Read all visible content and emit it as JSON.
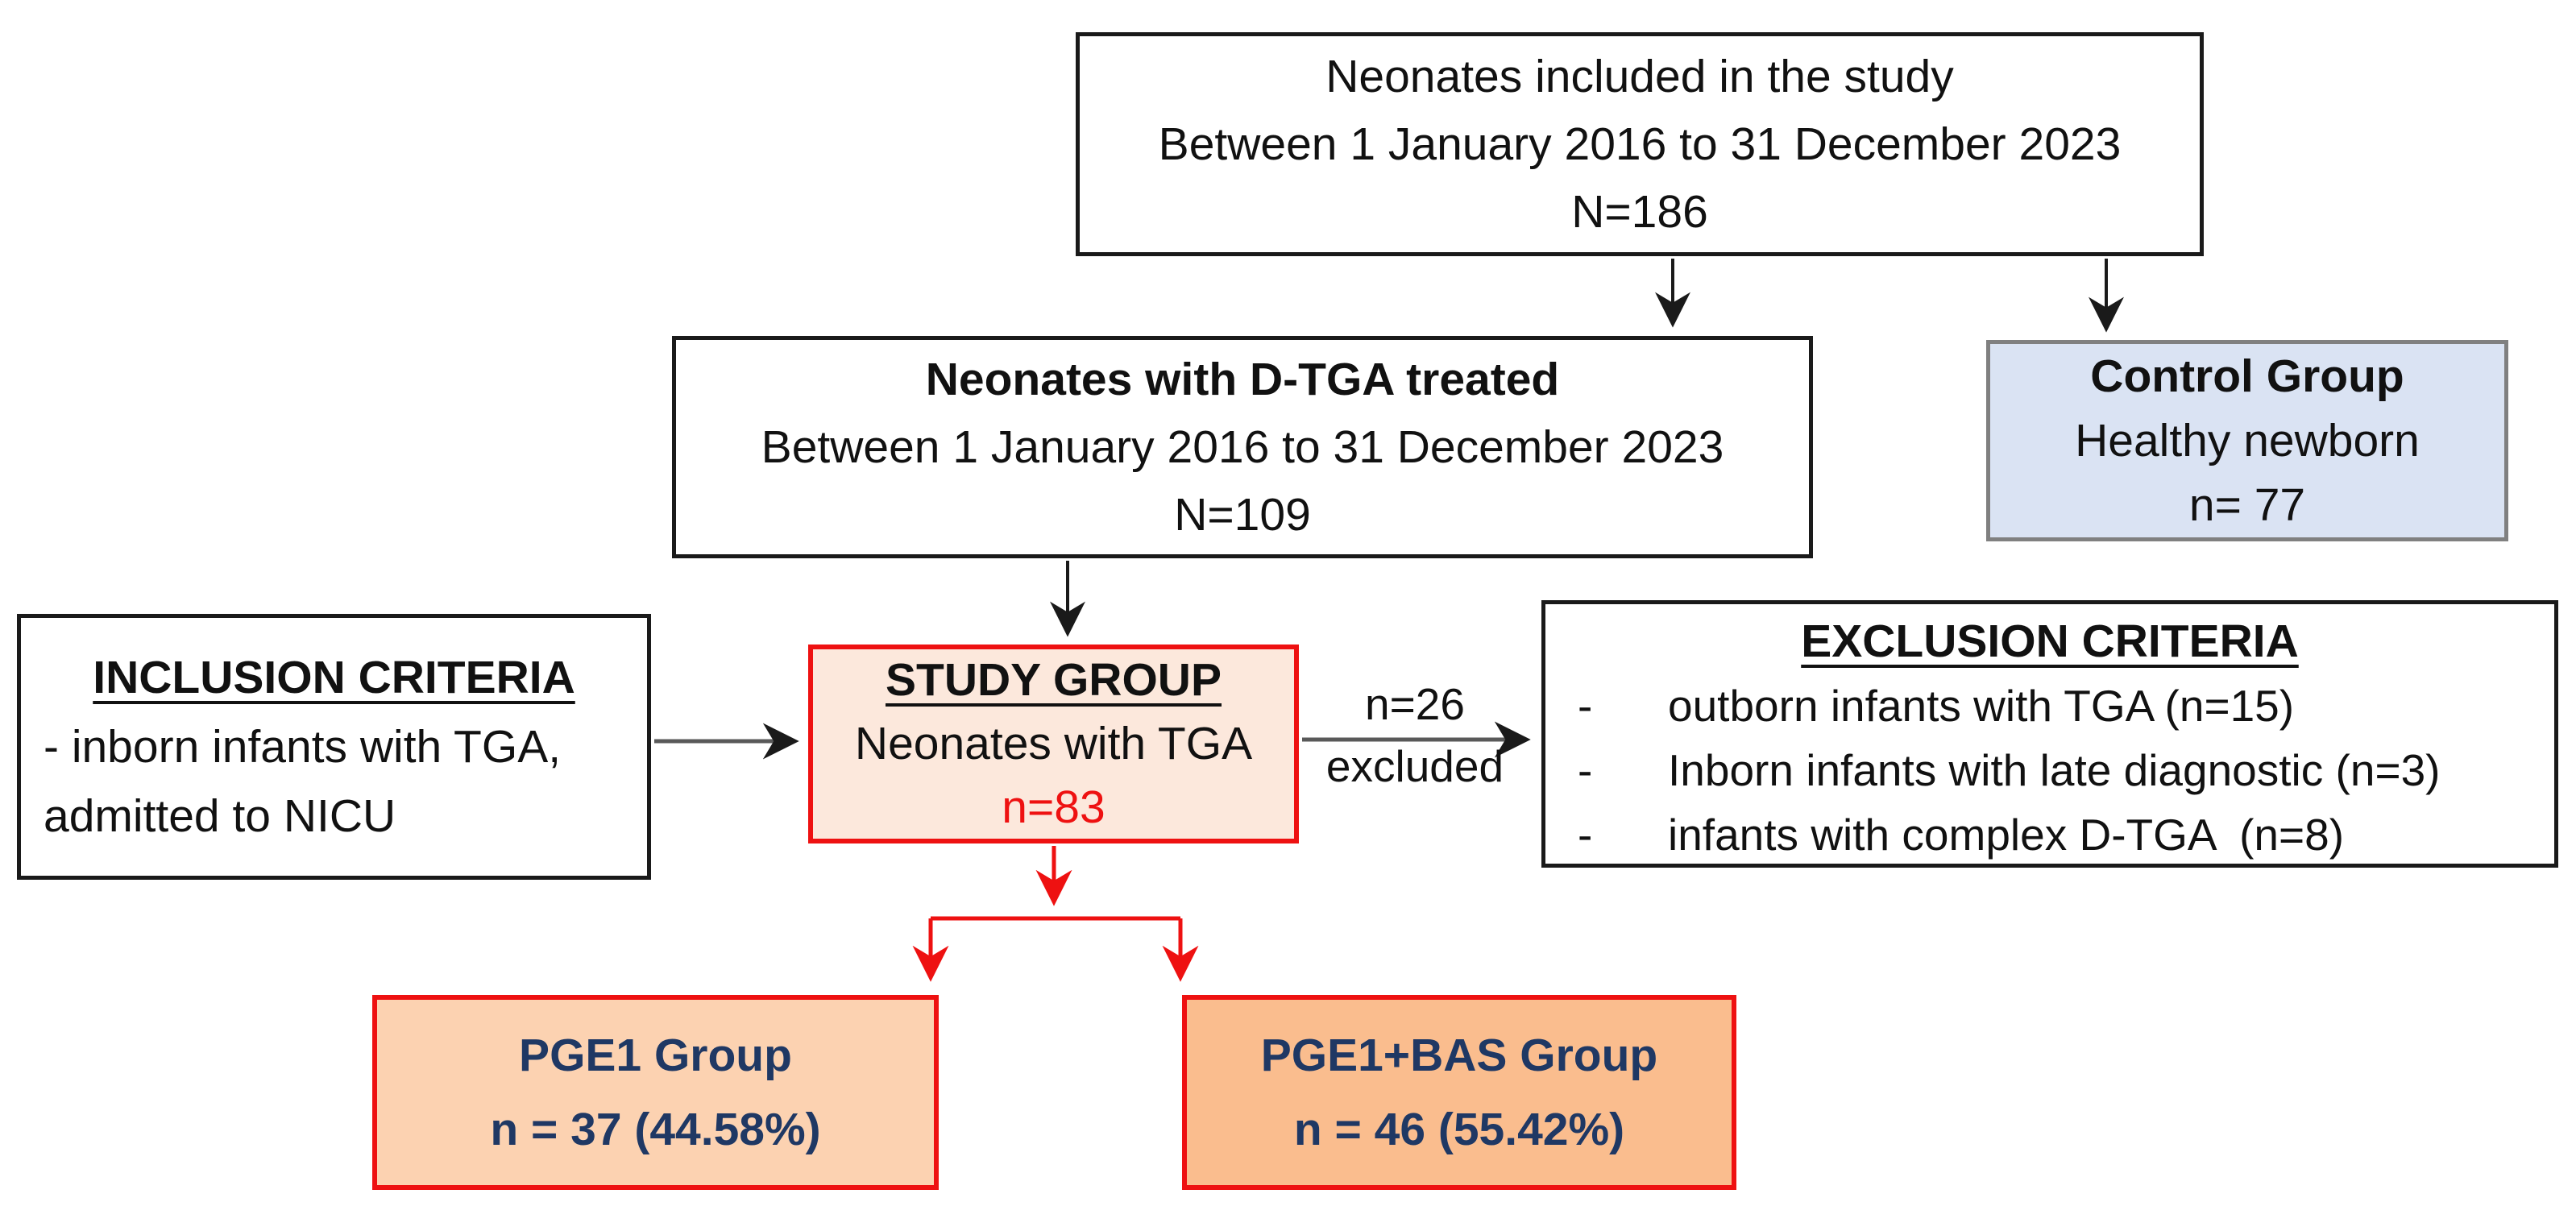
{
  "colors": {
    "page_bg": "#ffffff",
    "box_border_black": "#1a1a1a",
    "line_gray": "#595959",
    "red": "#ee1111",
    "navy": "#1f3864",
    "control_fill": "#dae3f3",
    "control_border": "#808080",
    "study_fill": "#fce8dc",
    "pge1_fill": "#fcd2b1",
    "pge1bas_fill": "#fabd8e"
  },
  "boxes": {
    "included": {
      "line1": "Neonates included in the study",
      "line2": "Between 1 January 2016 to 31 December 2023",
      "line3": "N=186"
    },
    "treated": {
      "line1": "Neonates with D-TGA treated",
      "line2": "Between 1 January 2016 to 31 December 2023",
      "line3": "N=109"
    },
    "control": {
      "line1": "Control Group",
      "line2": "Healthy newborn",
      "line3": "n= 77"
    },
    "inclusion": {
      "title": "INCLUSION CRITERIA",
      "line1": "- inborn infants with TGA,",
      "line2": "admitted to NICU"
    },
    "study": {
      "title": "STUDY GROUP",
      "line1": "Neonates with TGA",
      "line2": "n=83"
    },
    "exclusion": {
      "title": "EXCLUSION CRITERIA",
      "bullet": "-",
      "items": [
        "outborn infants with TGA (n=15)",
        "Inborn infants with late diagnostic (n=3)",
        "infants with complex D-TGA  (n=8)"
      ]
    },
    "pge1": {
      "line1": "PGE1 Group",
      "line2": "n = 37 (44.58%)"
    },
    "pge1bas": {
      "line1": "PGE1+BAS Group",
      "line2": "n = 46 (55.42%)"
    }
  },
  "edge_labels": {
    "excluded_count": "n=26",
    "excluded_word": "excluded"
  }
}
